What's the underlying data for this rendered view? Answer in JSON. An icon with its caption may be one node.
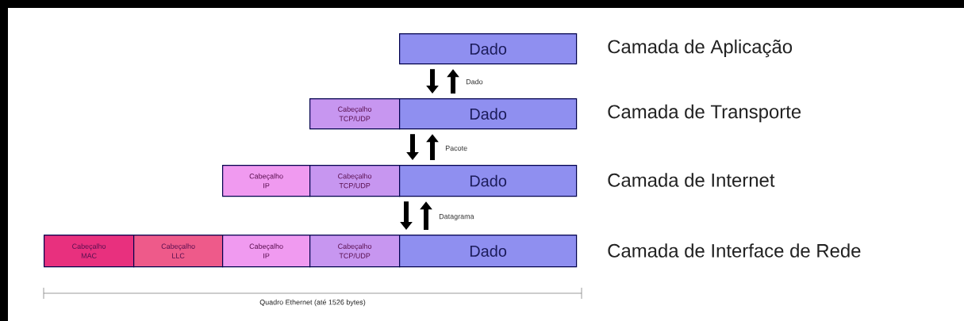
{
  "diagram": {
    "nodes": [
      {
        "text": [
          "Dado"
        ]
      },
      {
        "text": [
          "Cabeçalho TCP/UDP"
        ]
      },
      {
        "text": [
          "Dado"
        ]
      },
      {
        "text": [
          "Cabeçalho IP"
        ]
      },
      {
        "text": [
          "Cabeçalho TCP/UDP"
        ]
      },
      {
        "text": [
          "Dado"
        ]
      },
      {
        "text": [
          "Cabeçalho MAC"
        ]
      },
      {
        "text": [
          "Cabeçalho LLC"
        ]
      },
      {
        "text": [
          "Cabeçalho IP"
        ]
      },
      {
        "text": [
          "Cabeçalho TCP/UDP"
        ]
      },
      {
        "text": [
          "Dado"
        ]
      }
    ],
    "edges": [
      {
        "from": 0,
        "to": 2,
        "arrow": "to"
      },
      {
        "from": 2,
        "to": 0,
        "arrow": "to",
        "label": "Dado"
      },
      {
        "from": 2,
        "to": 5,
        "arrow": "to"
      },
      {
        "from": 5,
        "to": 2,
        "arrow": "to",
        "label": "Pacote"
      },
      {
        "from": 5,
        "to": 10,
        "arrow": "to"
      },
      {
        "from": 10,
        "to": 5,
        "arrow": "to",
        "label": "Datagrama"
      }
    ],
    "labels": [
      "Camada de Aplicação",
      "Camada de Transporte",
      "Camada de Internet",
      "Camada de Interface de Rede",
      "Quadro Ethernet (até 1526 bytes)"
    ]
  }
}
